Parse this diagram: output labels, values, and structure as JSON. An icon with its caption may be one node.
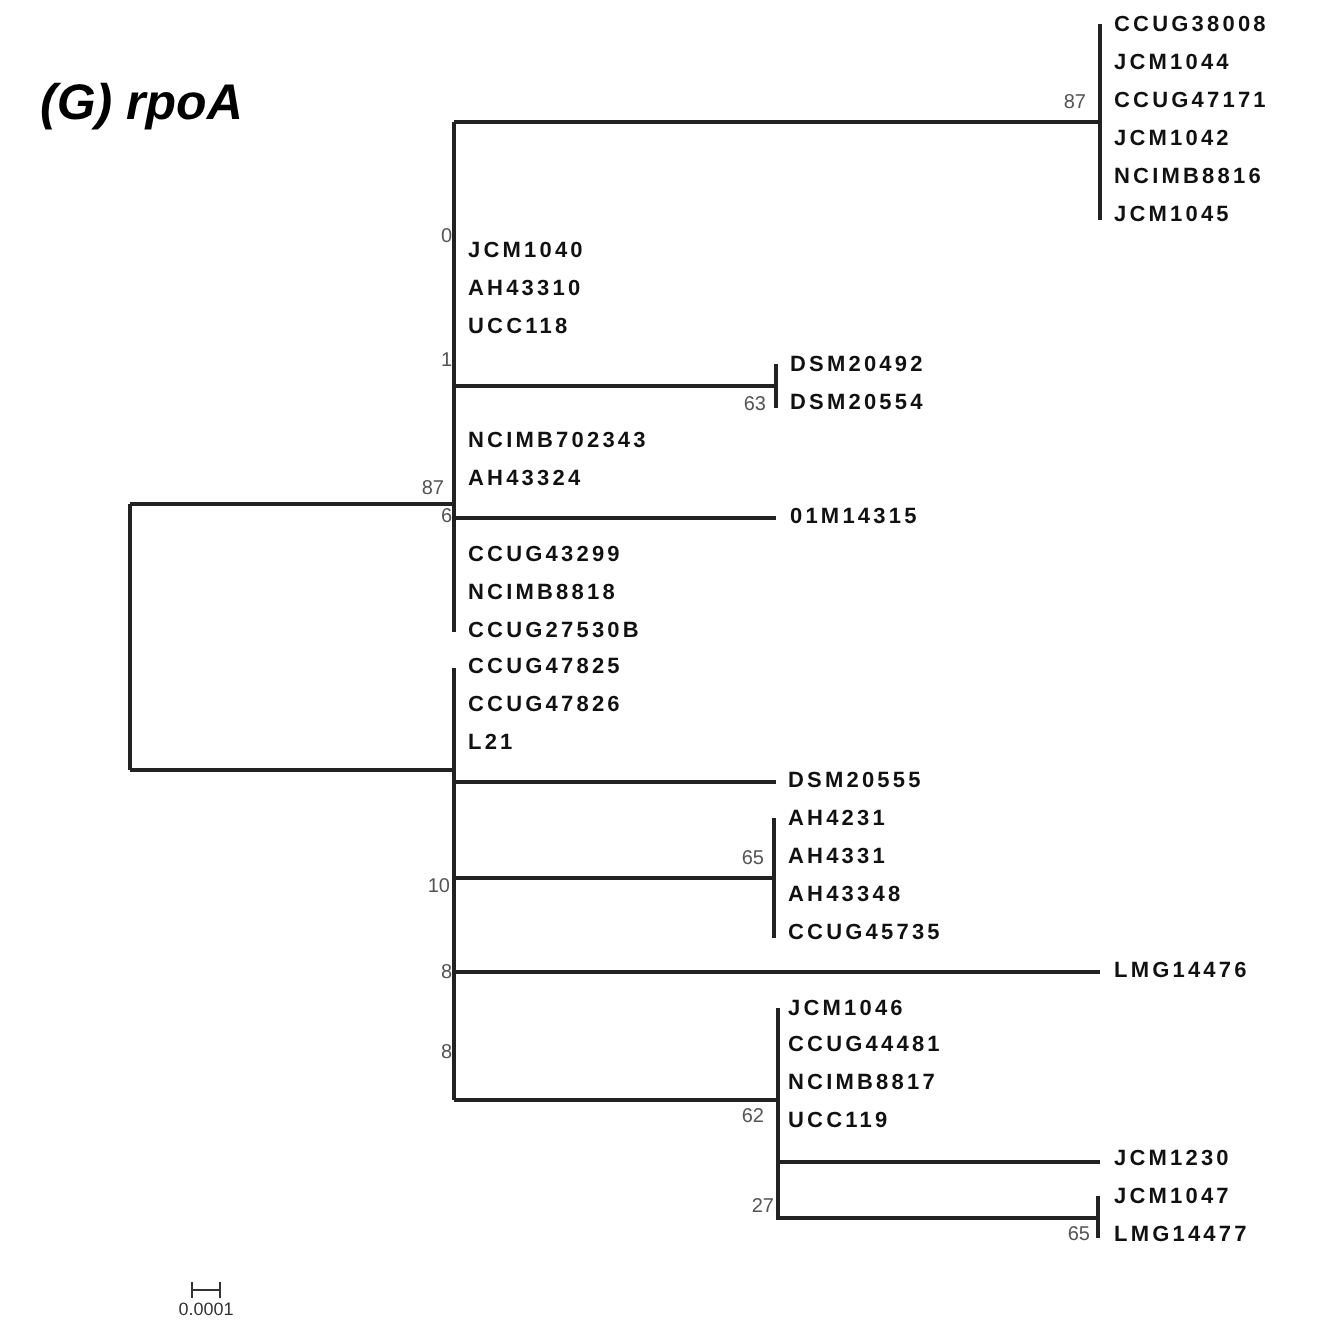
{
  "diagram": {
    "title": "(G) rpoA",
    "labels": [
      "CCUG38008",
      "JCM1044",
      "87",
      "CCUG47171",
      "JCM1042",
      "NCIMB8816",
      "JCM1045",
      "0",
      "JCM1040",
      "AH43310",
      "UCC118",
      "1",
      "DSM20492",
      "DSM20554",
      "63",
      "NCIMB702343",
      "AH43324",
      "87",
      "6",
      "01M14315",
      "CCUG43299",
      "NCIMB8818",
      "CCUG27530B",
      "CCUG47825",
      "CCUG47826",
      "L21",
      "DSM20555",
      "AH4231",
      "65",
      "AH4331",
      "10",
      "AH43348",
      "CCUG45735",
      "8",
      "LMG14476",
      "JCM1046",
      "CCUG44481",
      "8",
      "NCIMB8817",
      "UCC119",
      "62",
      "JCM1230",
      "JCM1047",
      "27",
      "LMG14477",
      "65",
      "0.0001"
    ]
  }
}
